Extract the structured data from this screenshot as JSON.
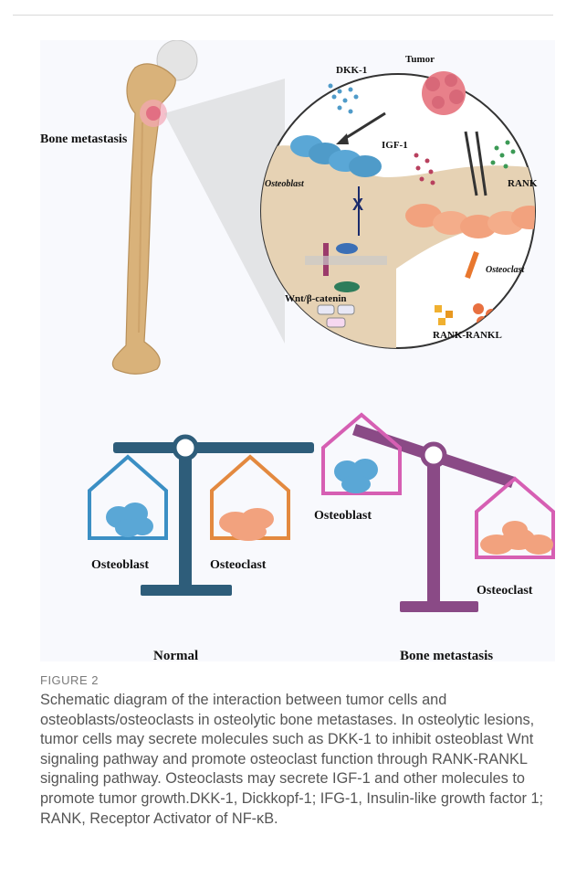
{
  "figure": {
    "labels": {
      "bone_metastasis_left": "Bone metastasis",
      "tumor": "Tumor",
      "dkk1": "DKK-1",
      "igf1": "IGF-1",
      "rank": "RANK",
      "osteoblast_zoom": "Osteoblast",
      "osteoclast_zoom": "Osteoclast",
      "wnt_pathway": "Wnt/β-catenin",
      "rank_rankl": "RANK-RANKL",
      "normal_osteoblast": "Osteoblast",
      "normal_osteoclast": "Osteoclast",
      "normal_caption": "Normal",
      "meta_osteoblast": "Osteoblast",
      "meta_osteoclast": "Osteoclast",
      "meta_caption": "Bone metastasis"
    },
    "colors": {
      "bone": "#d9b27a",
      "bone_head": "#e6e6e6",
      "tumor": "#e8808a",
      "osteoblast": "#4f9bc9",
      "osteoclast": "#f2a27e",
      "scale_normal": "#2e5d7a",
      "scale_meta": "#8a4a86",
      "basket_normal": "#3b8fc4",
      "basket_meta": "#d65fb3",
      "tumor_label": "#b22222",
      "osteoblast_label": "#3b8fc4",
      "osteoclast_label": "#e8772e"
    }
  },
  "caption": {
    "label": "FIGURE 2",
    "text": "Schematic diagram of the interaction between tumor cells and osteoblasts/osteoclasts in osteolytic bone metastases. In osteolytic lesions, tumor cells may secrete molecules such as DKK-1 to inhibit osteoblast Wnt signaling pathway and promote osteoclast function through RANK-RANKL signaling pathway. Osteoclasts may secrete IGF-1 and other molecules to promote tumor growth.DKK-1, Dickkopf-1; IFG-1, Insulin-like growth factor 1; RANK, Receptor Activator of NF-κB."
  }
}
